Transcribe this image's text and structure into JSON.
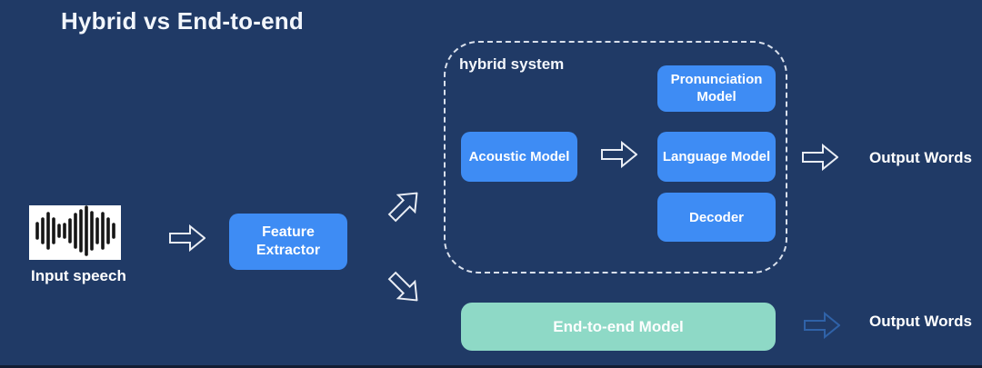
{
  "title": "Hybrid vs End-to-end",
  "colors": {
    "background": "#203A66",
    "model_box_blue": "#3E8CF4",
    "end_to_end_teal": "#8ED9C6",
    "arrow_outline_white": "#E9EDF4",
    "arrow_outline_blue": "#2F62A8",
    "waveform_icon_bg": "#FFFFFF",
    "waveform_bars": "#151515",
    "text_white": "#FFFFFF"
  },
  "input": {
    "label": "Input speech",
    "icon": "audio-waveform-icon"
  },
  "feature_extractor": {
    "label": "Feature Extractor"
  },
  "hybrid_system": {
    "label": "hybrid system",
    "boxes": {
      "acoustic": "Acoustic Model",
      "pronunciation": "Pronunciation Model",
      "language": "Language Model",
      "decoder": "Decoder"
    }
  },
  "end_to_end": {
    "label": "End-to-end Model"
  },
  "outputs": {
    "top": "Output Words",
    "bottom": "Output Words"
  },
  "icons": {
    "arrow_right": "block-arrow-right",
    "arrow_up_right": "block-arrow-up-right",
    "arrow_down_right": "block-arrow-down-right"
  }
}
